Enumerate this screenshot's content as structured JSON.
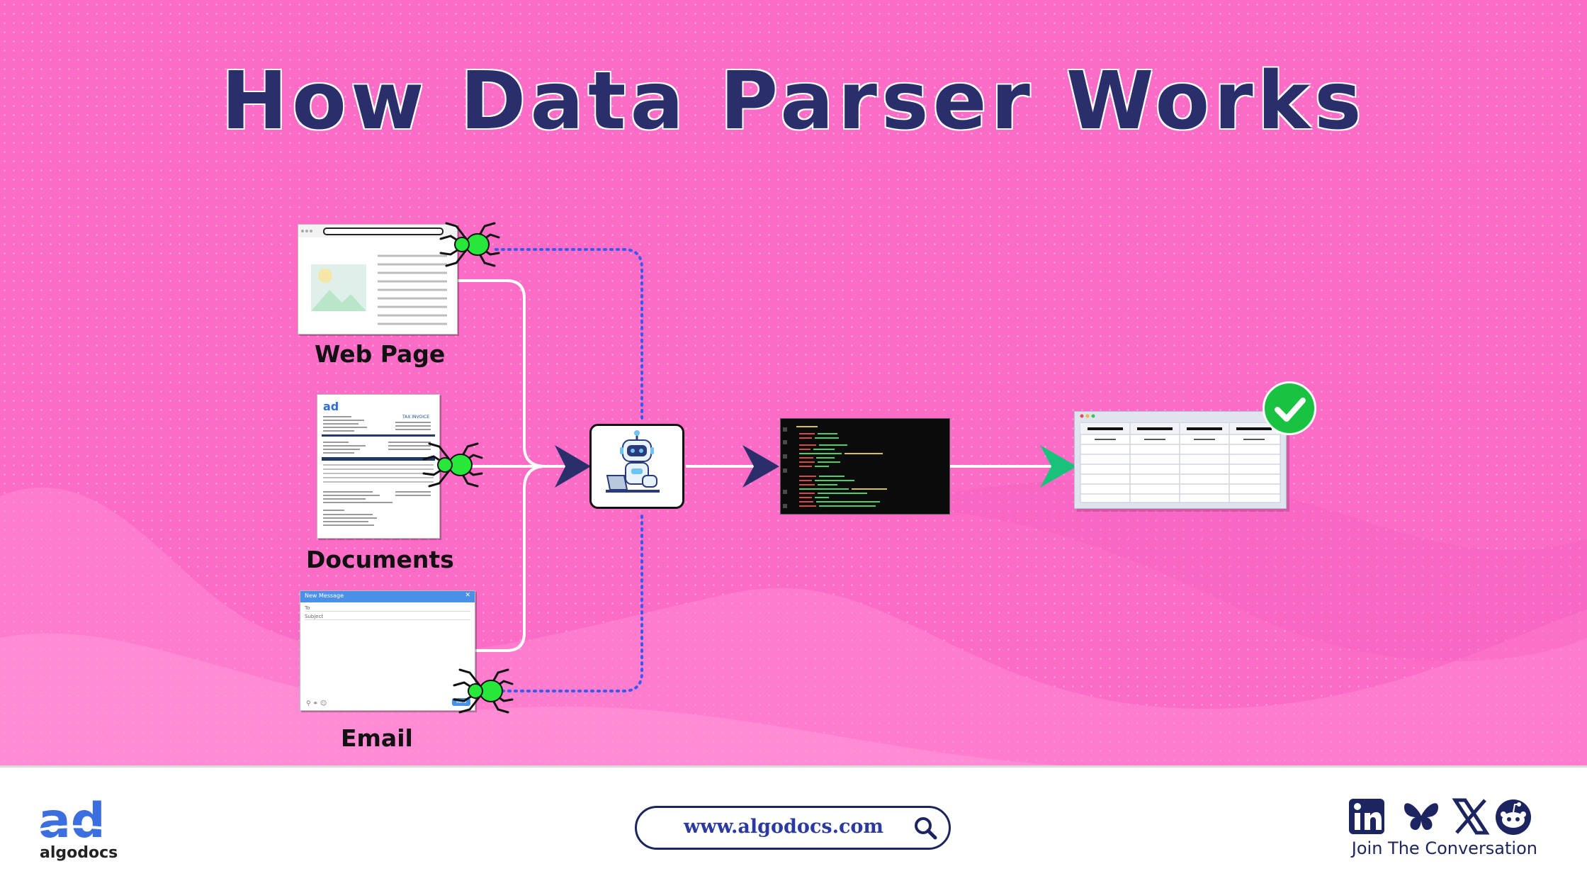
{
  "title": "How Data Parser Works",
  "sources": [
    {
      "label": "Web Page"
    },
    {
      "label": "Documents"
    },
    {
      "label": "Email"
    }
  ],
  "invoice_heading": "TAX INVOICE",
  "email_window_title": "New Message",
  "email_fields": [
    "To",
    "Subject"
  ],
  "email_send_label": "Send",
  "footer": {
    "logo_mark": "ad",
    "logo_name": "algodocs",
    "url": "www.algodocs.com",
    "social_icons": [
      "linkedin-icon",
      "butterfly-icon",
      "x-icon",
      "reddit-icon"
    ],
    "join_text": "Join The Conversation"
  },
  "colors": {
    "background": "#fb6cc6",
    "title": "#2a2f6c",
    "arrow": "#2a2f6c",
    "final_arrow": "#19c27a",
    "spider": "#27e83a",
    "dotted_path": "#3b57f0",
    "check": "#19c241"
  }
}
